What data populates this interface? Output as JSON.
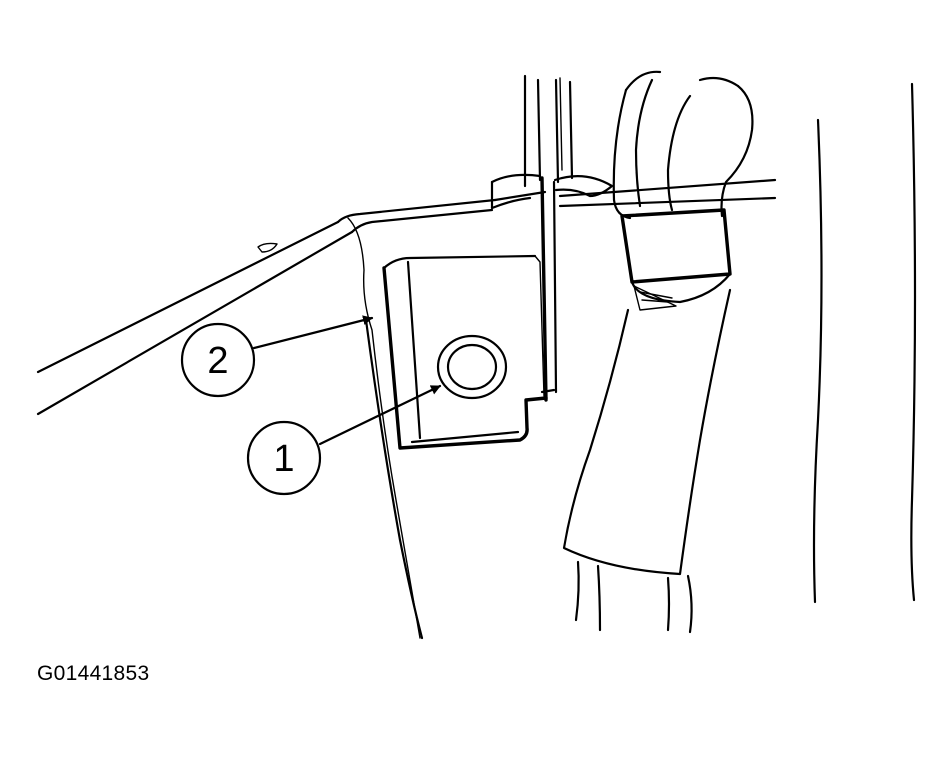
{
  "callouts": [
    {
      "number": "1",
      "points_to": "bolt"
    },
    {
      "number": "2",
      "points_to": "retractor edge"
    }
  ],
  "figure_id": "G01441853"
}
